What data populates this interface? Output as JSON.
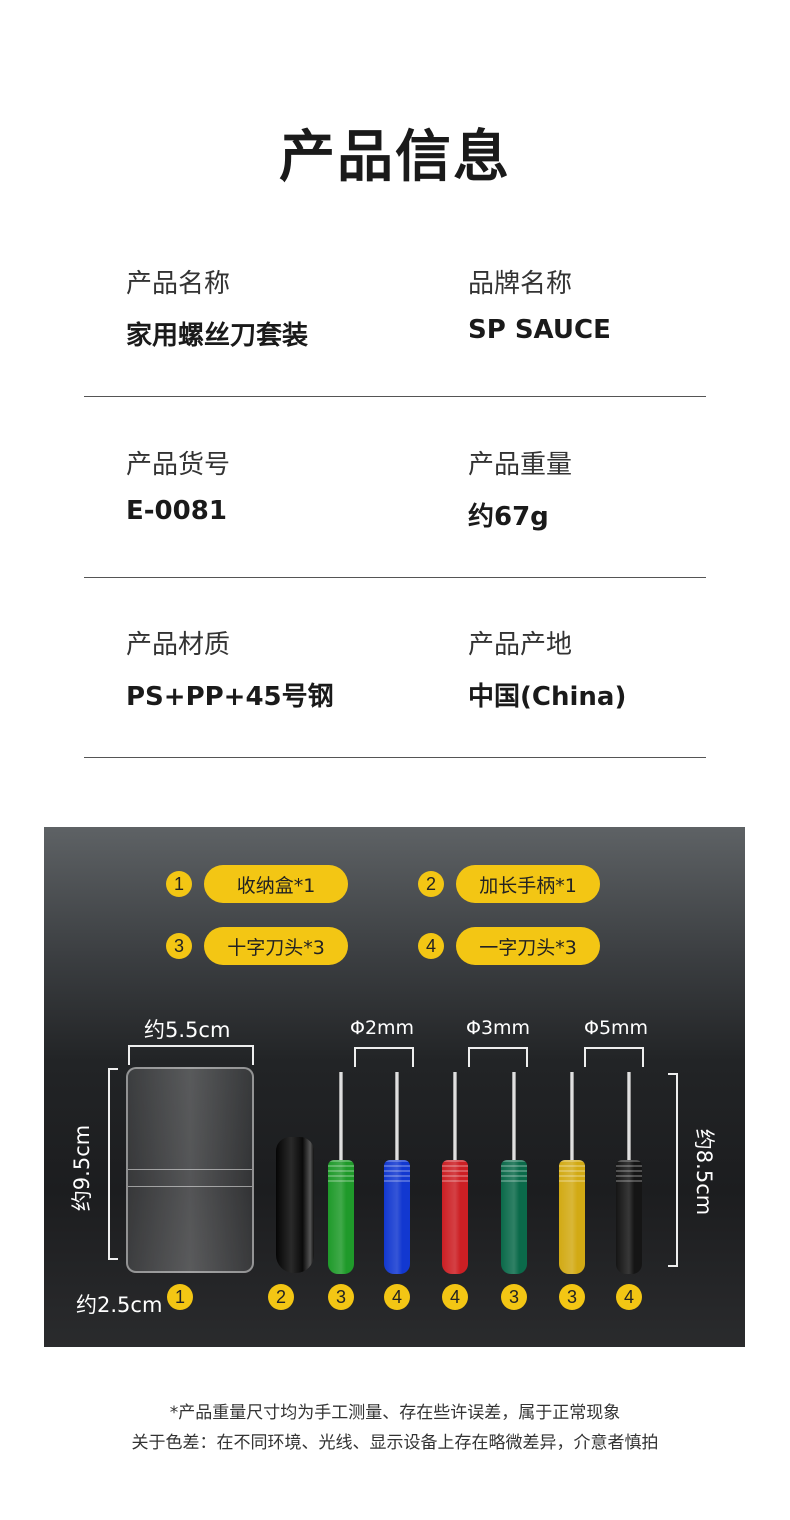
{
  "title": "产品信息",
  "specs": [
    {
      "left": {
        "label": "产品名称",
        "value": "家用螺丝刀套装"
      },
      "right": {
        "label": "品牌名称",
        "value": "SP SAUCE"
      }
    },
    {
      "left": {
        "label": "产品货号",
        "value": "E-0081"
      },
      "right": {
        "label": "产品重量",
        "value": "约67g"
      }
    },
    {
      "left": {
        "label": "产品材质",
        "value": "PS+PP+45号钢"
      },
      "right": {
        "label": "产品产地",
        "value": "中国(China)"
      }
    }
  ],
  "contents": [
    {
      "num": "1",
      "label": "收纳盒*1"
    },
    {
      "num": "2",
      "label": "加长手柄*1"
    },
    {
      "num": "3",
      "label": "十字刀头*3"
    },
    {
      "num": "4",
      "label": "一字刀头*3"
    }
  ],
  "dimensions": {
    "box_width": "约5.5cm",
    "box_height": "约9.5cm",
    "box_depth": "约2.5cm",
    "bit_length": "约8.5cm",
    "sizes": [
      "Φ2mm",
      "Φ3mm",
      "Φ5mm"
    ]
  },
  "items": [
    {
      "num": "1"
    },
    {
      "num": "2"
    },
    {
      "num": "3",
      "color": "#1f9a2a"
    },
    {
      "num": "4",
      "color": "#1238d0"
    },
    {
      "num": "4",
      "color": "#cc1f24"
    },
    {
      "num": "3",
      "color": "#0b6a4a"
    },
    {
      "num": "3",
      "color": "#d2aa14"
    },
    {
      "num": "4",
      "color": "#151515"
    }
  ],
  "notes": [
    "*产品重量尺寸均为手工测量、存在些许误差，属于正常现象",
    "关于色差：在不同环境、光线、显示设备上存在略微差异，介意者慎拍"
  ]
}
